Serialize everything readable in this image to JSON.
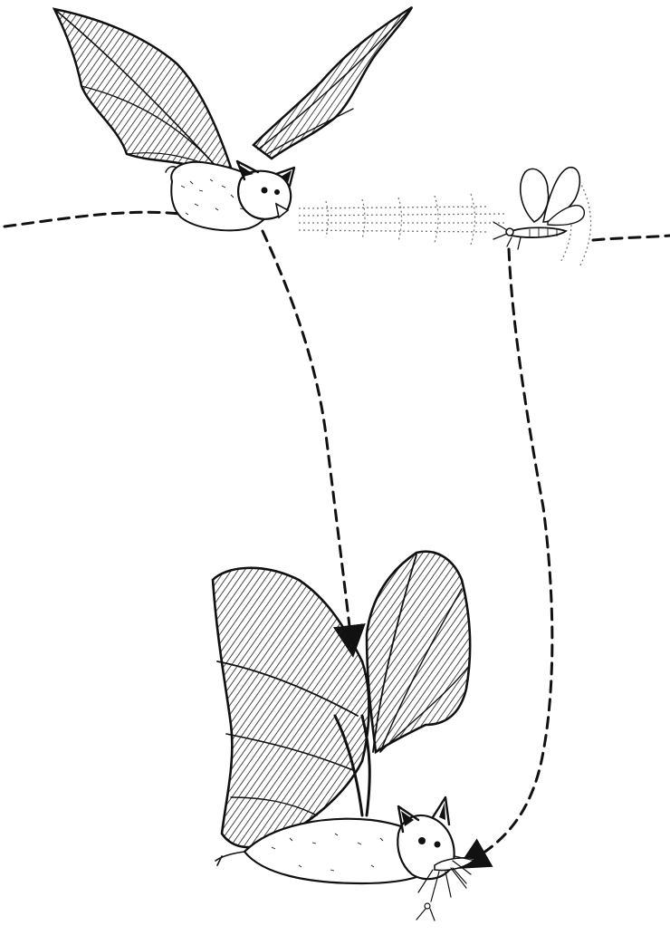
{
  "illustration": {
    "subjects": [
      "bat-in-flight",
      "moth",
      "bat-catching-moth"
    ],
    "ink_color": "#111111",
    "background_color": "#ffffff",
    "flight_paths": [
      "bat-path",
      "moth-path",
      "horizontal-path"
    ]
  }
}
